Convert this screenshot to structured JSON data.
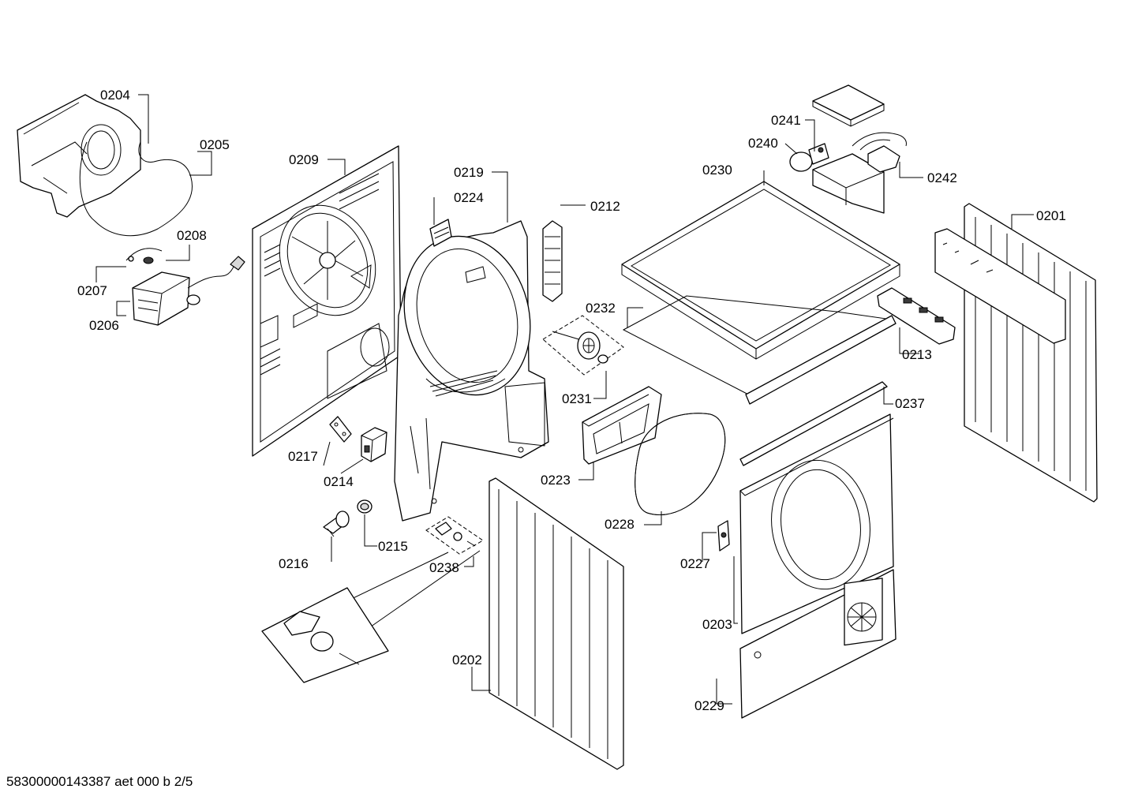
{
  "diagram": {
    "labels": {
      "p0201": "0201",
      "p0202": "0202",
      "p0203": "0203",
      "p0204": "0204",
      "p0205": "0205",
      "p0206": "0206",
      "p0207": "0207",
      "p0208": "0208",
      "p0209": "0209",
      "p0212": "0212",
      "p0213": "0213",
      "p0214": "0214",
      "p0215": "0215",
      "p0216": "0216",
      "p0217": "0217",
      "p0219": "0219",
      "p0223": "0223",
      "p0224": "0224",
      "p0227": "0227",
      "p0228": "0228",
      "p0229": "0229",
      "p0230": "0230",
      "p0231": "0231",
      "p0232": "0232",
      "p0237": "0237",
      "p0238": "0238",
      "p0240": "0240",
      "p0241": "0241",
      "p0242": "0242"
    },
    "footer": "58300000143387 aet 000 b 2/5"
  }
}
